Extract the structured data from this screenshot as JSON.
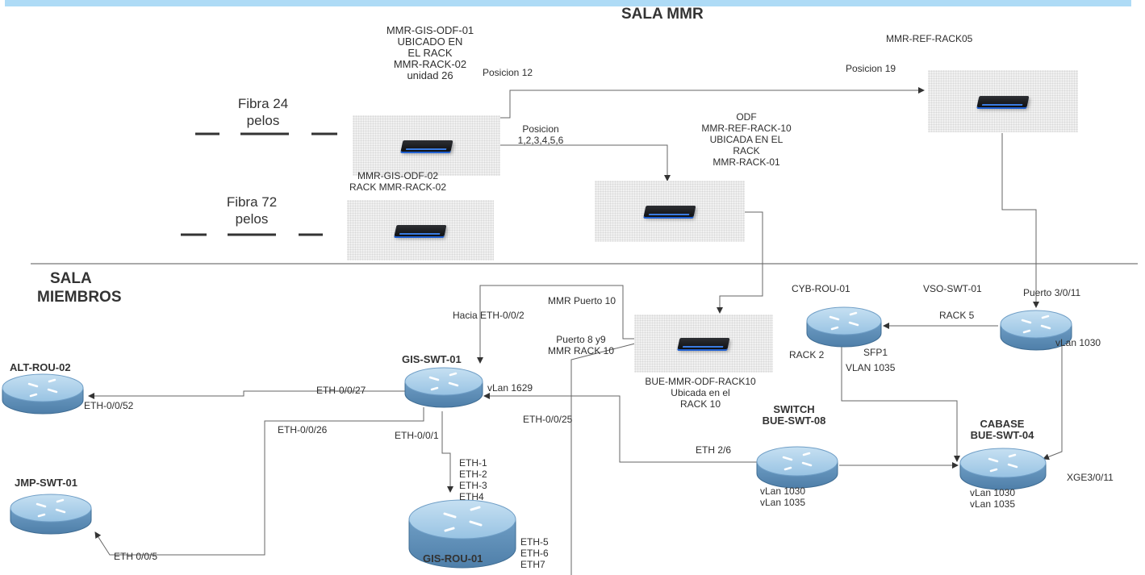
{
  "sections": {
    "mmr_title": "SALA MMR",
    "miembros_line1": "SALA",
    "miembros_line2": "MIEMBROS"
  },
  "fibers": {
    "f24_line1": "Fibra 24",
    "f24_line2": "pelos",
    "f72_line1": "Fibra 72",
    "f72_line2": "pelos"
  },
  "odfs": {
    "gis_odf_01": [
      "MMR-GIS-ODF-01",
      "UBICADO EN",
      "EL RACK",
      "MMR-RACK-02",
      "unidad 26"
    ],
    "gis_odf_02": [
      "MMR-GIS-ODF-02",
      "RACK MMR-RACK-02"
    ],
    "ref_rack10": [
      "ODF",
      "MMR-REF-RACK-10",
      "UBICADA EN EL",
      "RACK",
      "MMR-RACK-01"
    ],
    "ref_rack05": "MMR-REF-RACK05",
    "bue_rack10": [
      "BUE-MMR-ODF-RACK10",
      "Ubicada en el",
      "RACK 10"
    ]
  },
  "devices": {
    "alt_rou_02": "ALT-ROU-02",
    "jmp_swt_01": "JMP-SWT-01",
    "gis_swt_01": "GIS-SWT-01",
    "gis_rou_01": "GIS-ROU-01",
    "cyb_rou_01": "CYB-ROU-01",
    "vso_swt_01": "VSO-SWT-01",
    "bue_swt_08": [
      "SWITCH",
      "BUE-SWT-08"
    ],
    "bue_swt_04": [
      "CABASE",
      "BUE-SWT-04"
    ]
  },
  "labels": {
    "posicion_12": "Posicion 12",
    "posicion_19": "Posicion 19",
    "posicion_1_6": [
      "Posicion",
      "1,2,3,4,5,6"
    ],
    "mmr_puerto_10": "MMR Puerto 10",
    "hacia_eth": "Hacia ETH-0/0/2",
    "puerto_8y9": [
      "Puerto 8 y9",
      "MMR RACK 10"
    ],
    "eth_0_0_27": "ETH-0/0/27",
    "eth_0_0_52": "ETH-0/0/52",
    "eth_0_0_26": "ETH-0/0/26",
    "vlan_1629": "vLan 1629",
    "eth_0_0_25": "ETH-0/0/25",
    "eth_0_0_1": "ETH-0/0/1",
    "eth_1_4": [
      "ETH-1",
      "ETH-2",
      "ETH-3",
      "ETH4"
    ],
    "eth_5_7": [
      "ETH-5",
      "ETH-6",
      "ETH7"
    ],
    "eth_0_0_5": "ETH 0/0/5",
    "puerto_3_0_11": "Puerto 3/0/11",
    "rack_5": "RACK 5",
    "rack_2": "RACK 2",
    "sfp1": "SFP1",
    "vlan_1035": "VLAN 1035",
    "vlan_1030_vso": "vLan 1030",
    "eth_2_6": "ETH 2/6",
    "vlans_sw08": [
      "vLan 1030",
      "vLan 1035"
    ],
    "vlans_sw04": [
      "vLan 1030",
      "vLan 1035"
    ],
    "xge": "XGE3/0/11"
  }
}
